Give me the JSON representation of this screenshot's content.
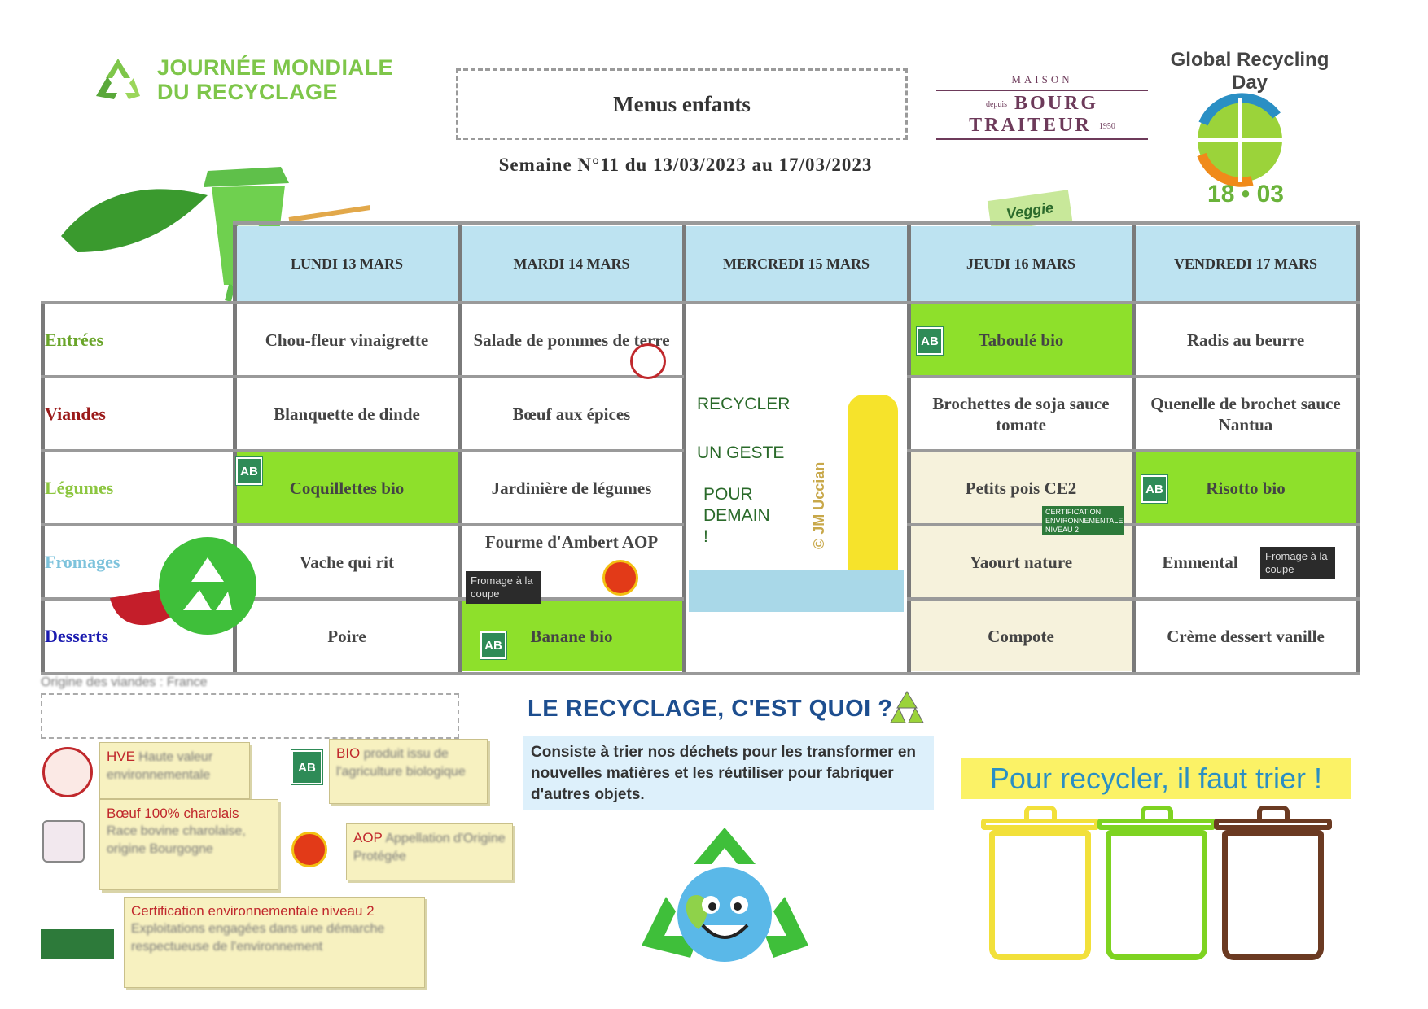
{
  "header": {
    "event_title_line1": "JOURNÉE MONDIALE",
    "event_title_line2": "DU RECYCLAGE",
    "menus_title": "Menus enfants",
    "semaine": "Semaine N°11 du 13/03/2023 au 17/03/2023",
    "maison_top": "MAISON",
    "maison_name": "BOURG TRAITEUR",
    "maison_depuis": "depuis",
    "maison_year": "1950",
    "global_day_text": "Global Recycling Day",
    "global_day_date": "18 • 03",
    "veggie_badge": "Veggie"
  },
  "menu": {
    "days": [
      "LUNDI 13 MARS",
      "MARDI 14 MARS",
      "MERCREDI 15 MARS",
      "JEUDI 16 MARS",
      "VENDREDI 17 MARS"
    ],
    "rows": [
      {
        "label": "Entrées",
        "color": "#6aa52a",
        "cells": [
          "Chou-fleur vinaigrette",
          "Salade de pommes de terre",
          "",
          "Taboulé bio",
          "Radis au beurre"
        ]
      },
      {
        "label": "Viandes",
        "color": "#9b1b1b",
        "cells": [
          "Blanquette de dinde",
          "Bœuf aux épices",
          "",
          "Brochettes de soja sauce tomate",
          "Quenelle de brochet sauce Nantua"
        ]
      },
      {
        "label": "Légumes",
        "color": "#8cc63f",
        "cells": [
          "Coquillettes bio",
          "Jardinière de légumes",
          "",
          "Petits pois CE2",
          "Risotto bio"
        ]
      },
      {
        "label": "Fromages",
        "color": "#7ec3dc",
        "cells": [
          "Vache qui rit",
          "Fourme d'Ambert AOP",
          "",
          "Yaourt nature",
          "Emmental"
        ]
      },
      {
        "label": "Desserts",
        "color": "#1a1ab0",
        "cells": [
          "Poire",
          "Banane bio",
          "",
          "Compote",
          "Crème dessert vanille"
        ]
      }
    ],
    "tags": {
      "ab": "AB",
      "fromage_coupe": "Fromage à la coupe",
      "cert_niveau2": "CERTIFICATION ENVIRONNEMENTALE NIVEAU 2"
    },
    "cartoon_lines": [
      "RECYCLER",
      "UN GESTE",
      "POUR DEMAIN !"
    ],
    "cartoon_credit": "© JM Uccian"
  },
  "legend": {
    "note": "Origine des viandes : France",
    "hve_title": "HVE",
    "hve_text": "Haute valeur environnementale",
    "bio_title": "BIO",
    "bio_text": "produit issu de l'agriculture biologique",
    "boeuf_title": "Bœuf 100% charolais",
    "boeuf_text": "Race bovine charolaise, origine Bourgogne",
    "aop_title": "AOP",
    "aop_text": "Appellation d'Origine Protégée",
    "cert_title": "Certification environnementale niveau 2",
    "cert_text": "Exploitations engagées dans une démarche respectueuse de l'environnement"
  },
  "recyclage": {
    "title": "LE RECYCLAGE, C'EST QUOI ?",
    "body": "Consiste à trier nos déchets pour les transformer en nouvelles matières et les réutiliser pour fabriquer d'autres objets.",
    "pour_trier": "Pour recycler, il faut trier !"
  },
  "colors": {
    "header_blue": "#bde3f1",
    "bio_green": "#8ee02b",
    "cream": "#f6f2dc",
    "brand_green": "#7ec64a",
    "bin_yellow": "#f2e03a",
    "bin_green": "#7ed321",
    "bin_brown": "#6b3a22"
  }
}
